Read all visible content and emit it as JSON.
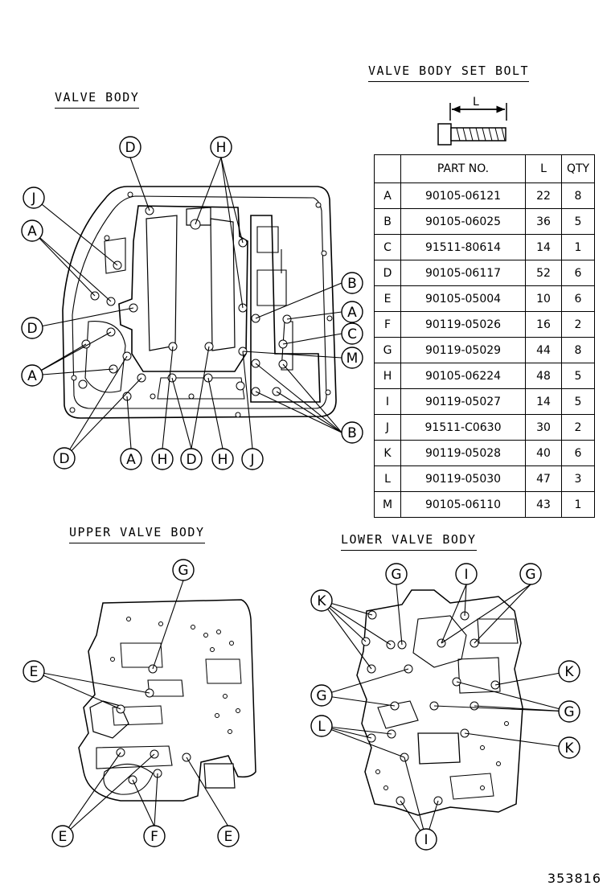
{
  "headings": {
    "valve_body": "VALVE BODY",
    "valve_body_set_bolt": "VALVE BODY SET BOLT",
    "upper_valve_body": "UPPER VALVE BODY",
    "lower_valve_body": "LOWER VALVE BODY"
  },
  "bolt_dimension_label": "L",
  "table": {
    "headers": [
      "",
      "PART NO.",
      "L",
      "QTY"
    ],
    "rows": [
      {
        "key": "A",
        "part": "90105-06121",
        "length": "22",
        "qty": "8"
      },
      {
        "key": "B",
        "part": "90105-06025",
        "length": "36",
        "qty": "5"
      },
      {
        "key": "C",
        "part": "91511-80614",
        "length": "14",
        "qty": "1"
      },
      {
        "key": "D",
        "part": "90105-06117",
        "length": "52",
        "qty": "6"
      },
      {
        "key": "E",
        "part": "90105-05004",
        "length": "10",
        "qty": "6"
      },
      {
        "key": "F",
        "part": "90119-05026",
        "length": "16",
        "qty": "2"
      },
      {
        "key": "G",
        "part": "90119-05029",
        "length": "44",
        "qty": "8"
      },
      {
        "key": "H",
        "part": "90105-06224",
        "length": "48",
        "qty": "5"
      },
      {
        "key": "I",
        "part": "90119-05027",
        "length": "14",
        "qty": "5"
      },
      {
        "key": "J",
        "part": "91511-C0630",
        "length": "30",
        "qty": "2"
      },
      {
        "key": "K",
        "part": "90119-05028",
        "length": "40",
        "qty": "6"
      },
      {
        "key": "L",
        "part": "90119-05030",
        "length": "47",
        "qty": "3"
      },
      {
        "key": "M",
        "part": "90105-06110",
        "length": "43",
        "qty": "1"
      }
    ]
  },
  "callouts": {
    "valve_body": [
      "D",
      "H",
      "J",
      "A",
      "D",
      "A",
      "D",
      "A",
      "H",
      "D",
      "H",
      "J",
      "B",
      "A",
      "C",
      "M",
      "B"
    ],
    "upper_valve_body": [
      "G",
      "E",
      "E",
      "F",
      "E"
    ],
    "lower_valve_body": [
      "G",
      "I",
      "G",
      "K",
      "K",
      "G",
      "G",
      "L",
      "K",
      "I"
    ]
  },
  "reference_number": "353816"
}
